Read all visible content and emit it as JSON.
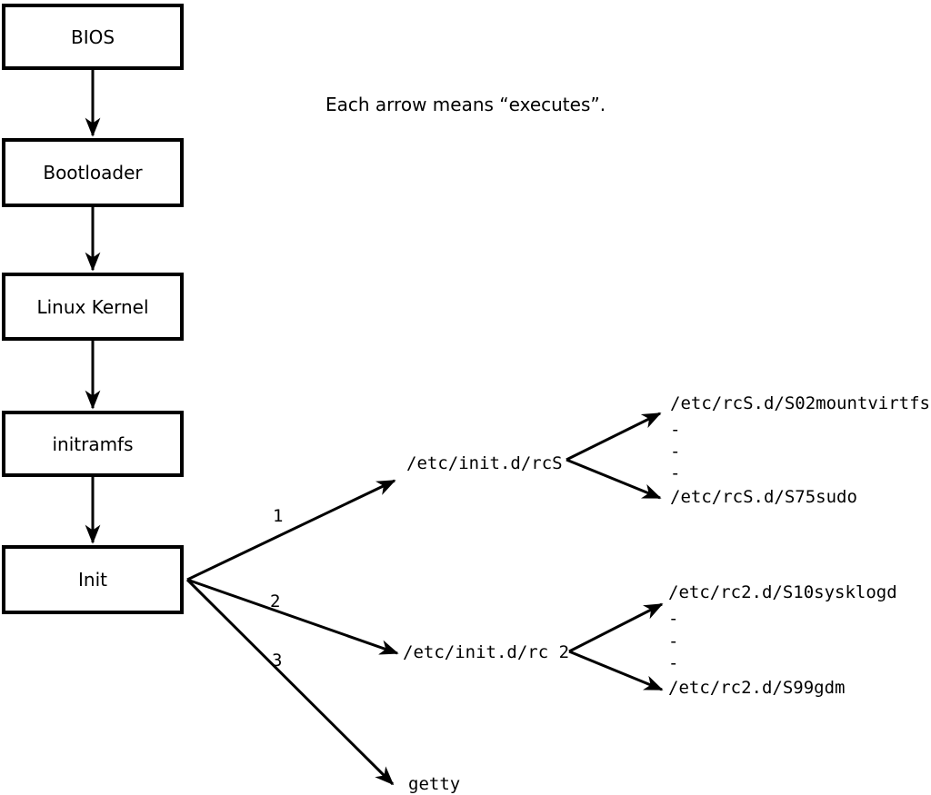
{
  "note": "Each arrow means “executes”.",
  "chain": [
    {
      "label": "BIOS"
    },
    {
      "label": "Bootloader"
    },
    {
      "label": "Linux Kernel"
    },
    {
      "label": "initramfs"
    },
    {
      "label": "Init"
    }
  ],
  "init_children": [
    {
      "order": "1",
      "target": "/etc/init.d/rcS"
    },
    {
      "order": "2",
      "target": "/etc/init.d/rc 2"
    },
    {
      "order": "3",
      "target": "getty"
    }
  ],
  "rcS_scripts": {
    "first": "/etc/rcS.d/S02mountvirtfs",
    "ellipsis": [
      "-",
      "-",
      "-"
    ],
    "last": "/etc/rcS.d/S75sudo"
  },
  "rc2_scripts": {
    "first": "/etc/rc2.d/S10sysklogd",
    "ellipsis": [
      "-",
      "-",
      "-"
    ],
    "last": "/etc/rc2.d/S99gdm"
  },
  "colors": {
    "line": "#000000",
    "background": "#ffffff",
    "box_fill": "#ffffff"
  }
}
